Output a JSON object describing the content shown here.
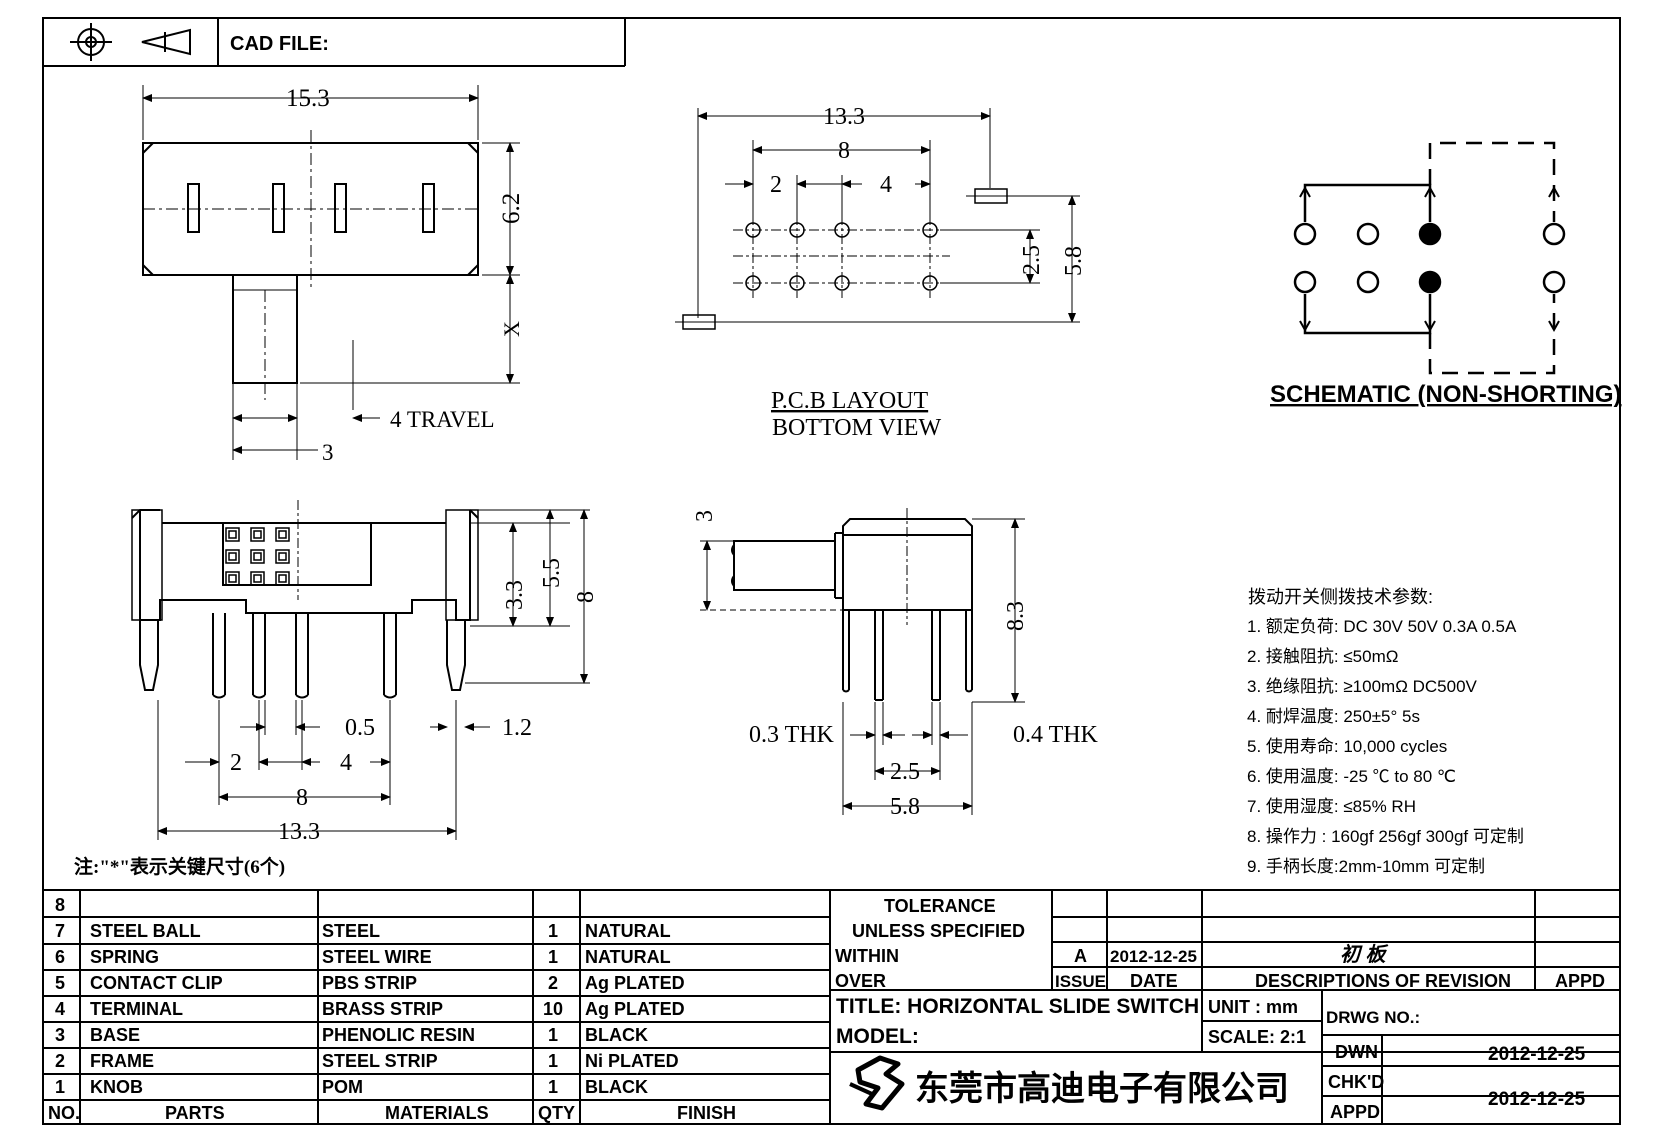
{
  "header": {
    "cad_file_label": "CAD FILE:"
  },
  "top_view": {
    "width_dim": "15.3",
    "height_dim": "6.2",
    "x_dim": "X",
    "travel_label": "4  TRAVEL",
    "knob_dim": "3"
  },
  "pcb": {
    "dim_13_3": "13.3",
    "dim_8": "8",
    "dim_2": "2",
    "dim_4": "4",
    "dim_2_5": "2.5",
    "dim_5_8": "5.8",
    "label_line1": "P.C.B  LAYOUT",
    "label_line2": "BOTTOM  VIEW"
  },
  "schematic": {
    "label": "SCHEMATIC  (NON-SHORTING)"
  },
  "front_view": {
    "dim_3_3": "3.3",
    "dim_5_5": "5.5",
    "dim_8v": "8",
    "dim_0_5": "0.5",
    "dim_1_2": "1.2",
    "dim_2": "2",
    "dim_4": "4",
    "dim_8": "8",
    "dim_13_3": "13.3"
  },
  "side_view": {
    "dim_3": "3",
    "dim_8_3": "8.3",
    "thk_left": "0.3  THK",
    "thk_right": "0.4  THK",
    "dim_2_5": "2.5",
    "dim_5_8": "5.8"
  },
  "note": "注:\"*\"表示关键尺寸(6个)",
  "specs": {
    "title": "拨动开关侧拨技术参数:",
    "items": [
      "1.  额定负荷: DC 30V    50V    0.3A    0.5A",
      "2.  接触阻抗: ≤50mΩ",
      "3.  绝缘阻抗: ≥100mΩ   DC500V",
      "4.  耐焊温度: 250±5°  5s",
      "5.  使用寿命: 10,000 cycles",
      "6.  使用温度: -25  ℃  to 80  ℃",
      "7.  使用湿度: ≤85% RH",
      "8.  操作力 : 160gf    256gf    300gf  可定制",
      "9.  手柄长度:2mm-10mm   可定制"
    ]
  },
  "bom": {
    "headers": {
      "no": "NO.",
      "parts": "PARTS",
      "materials": "MATERIALS",
      "qty": "QTY",
      "finish": "FINISH"
    },
    "rows": [
      {
        "no": "8",
        "part": "",
        "material": "",
        "qty": "",
        "finish": ""
      },
      {
        "no": "7",
        "part": "STEEL  BALL",
        "material": "STEEL",
        "qty": "1",
        "finish": "NATURAL"
      },
      {
        "no": "6",
        "part": "SPRING",
        "material": "STEEL  WIRE",
        "qty": "1",
        "finish": "NATURAL"
      },
      {
        "no": "5",
        "part": "CONTACT  CLIP",
        "material": "PBS  STRIP",
        "qty": "2",
        "finish": "Ag  PLATED"
      },
      {
        "no": "4",
        "part": "TERMINAL",
        "material": "BRASS  STRIP",
        "qty": "10",
        "finish": "Ag  PLATED"
      },
      {
        "no": "3",
        "part": "BASE",
        "material": "PHENOLIC  RESIN",
        "qty": "1",
        "finish": "BLACK"
      },
      {
        "no": "2",
        "part": "FRAME",
        "material": "STEEL  STRIP",
        "qty": "1",
        "finish": "Ni  PLATED"
      },
      {
        "no": "1",
        "part": "KNOB",
        "material": "POM",
        "qty": "1",
        "finish": "BLACK"
      }
    ]
  },
  "title_block": {
    "tolerance_line1": "TOLERANCE",
    "tolerance_line2": "UNLESS    SPECIFIED",
    "within": "WITHIN",
    "over": "OVER",
    "issue_value": "A",
    "date_value": "2012-12-25",
    "revision_text": "初  板",
    "issue_label": "ISSUE",
    "date_label": "DATE",
    "desc_label": "DESCRIPTIONS  OF  REVISION",
    "appd_label": "APPD",
    "title": "TITLE:  HORIZONTAL  SLIDE  SWITCH",
    "unit": "UNIT  :  mm",
    "drwg_no": "DRWG  NO.:",
    "model": "MODEL:",
    "scale": "SCALE:  2:1",
    "dwn": "DWN",
    "dwn_date": "2012-12-25",
    "chkd": "CHK'D",
    "appd": "APPD",
    "chk_date": "2012-12-25",
    "company": "东莞市高迪电子有限公司"
  }
}
